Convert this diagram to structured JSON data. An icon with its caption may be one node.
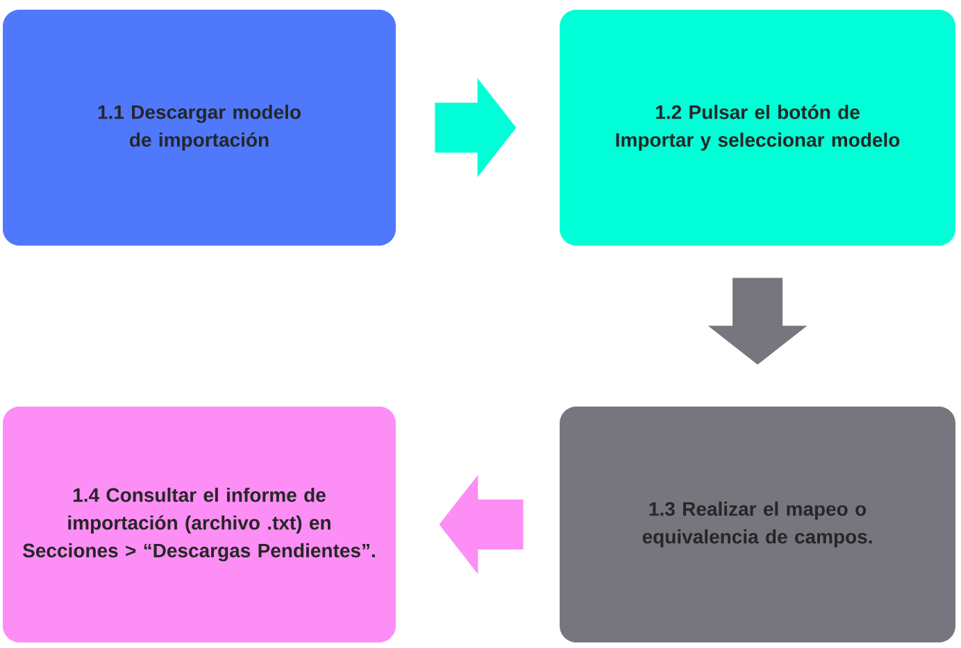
{
  "diagram": {
    "nodes": [
      {
        "text": [
          "1.1 Descargar modelo de importación"
        ]
      },
      {
        "text": [
          "1.2  Pulsar el botón de Importar y seleccionar modelo"
        ]
      },
      {
        "text": [
          "1.3 Realizar el mapeo o equivalencia de campos."
        ]
      },
      {
        "text": [
          "1.4 Consultar el informe de importación (archivo .txt) en Secciones > “Descargas Pendientes”."
        ]
      }
    ],
    "edges": [
      {
        "from": 0,
        "to": 1,
        "arrow": "to",
        "color": "#00ffd6"
      },
      {
        "from": 1,
        "to": 2,
        "arrow": "to",
        "color": "#77767f"
      },
      {
        "from": 2,
        "to": 3,
        "arrow": "to",
        "color": "#fd8ef5"
      }
    ]
  }
}
